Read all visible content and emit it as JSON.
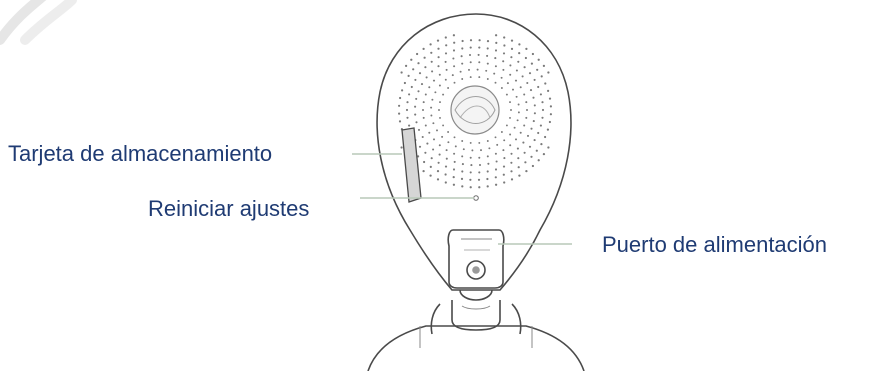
{
  "labels": {
    "storage": "Tarjeta de almacenamiento",
    "reset": "Reiniciar ajustes",
    "power": "Puerto de alimentación"
  },
  "colors": {
    "label_text": "#1f3b73",
    "outline": "#4a4a4a",
    "leader": "#b9c9b9",
    "dots": "#7a7a7a"
  },
  "icons": {
    "device": "camera-outline-icon"
  }
}
